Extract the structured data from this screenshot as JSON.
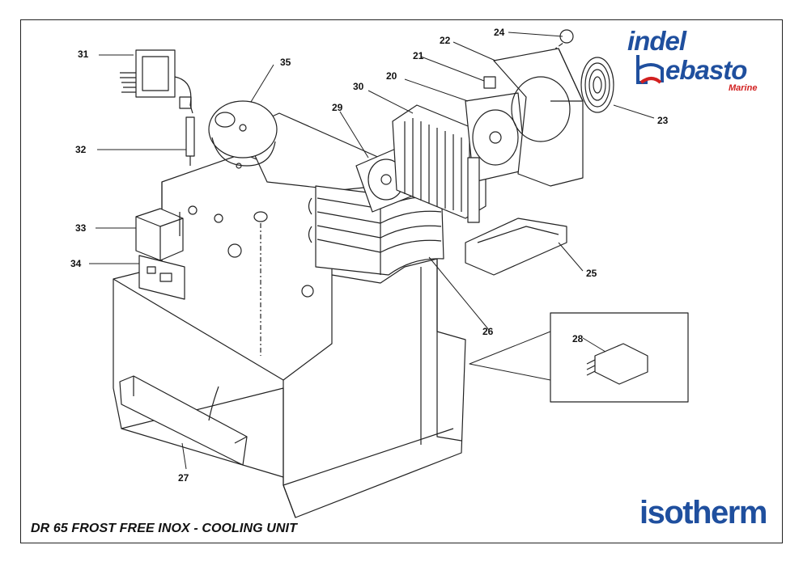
{
  "title": "DR 65 FROST FREE INOX - COOLING UNIT",
  "logos": {
    "indel": "indel",
    "webasto": "ebasto",
    "marine": "Marine",
    "isotherm": "isotherm"
  },
  "parts": [
    {
      "id": "31"
    },
    {
      "id": "35"
    },
    {
      "id": "32"
    },
    {
      "id": "33"
    },
    {
      "id": "34"
    },
    {
      "id": "29"
    },
    {
      "id": "30"
    },
    {
      "id": "20"
    },
    {
      "id": "21"
    },
    {
      "id": "22"
    },
    {
      "id": "24"
    },
    {
      "id": "23"
    },
    {
      "id": "25"
    },
    {
      "id": "26"
    },
    {
      "id": "28"
    },
    {
      "id": "27"
    }
  ],
  "colors": {
    "brand_blue": "#1f4f9e",
    "brand_red": "#d22020",
    "line": "#222222"
  }
}
